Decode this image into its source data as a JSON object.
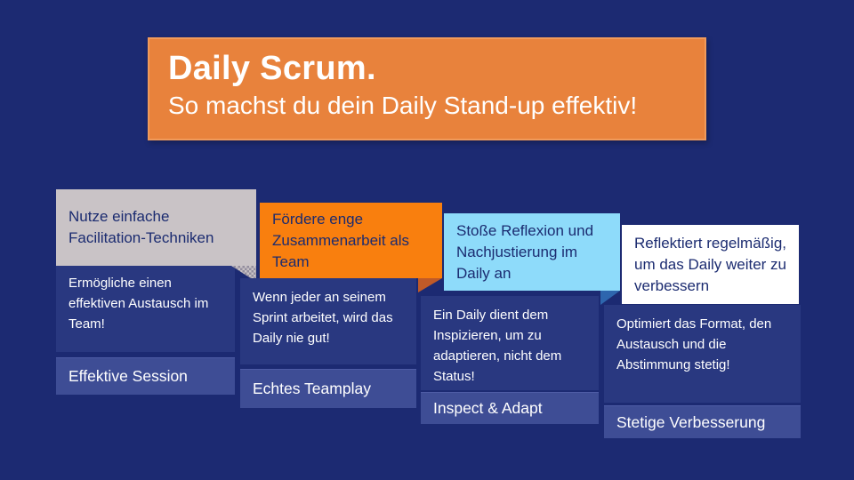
{
  "title_banner": {
    "title": "Daily Scrum.",
    "subtitle": "So machst du dein Daily Stand-up effektiv!"
  },
  "columns": [
    {
      "header": "Nutze einfache Facilitation-Techniken",
      "body": "Ermögliche einen effektiven Austausch im Team!",
      "label": "Effektive Session",
      "header_bg": "#C9C3C6",
      "header_text_color": "#1B2B70",
      "fold_color": "#938E9E"
    },
    {
      "header": "Fördere enge Zusammenarbeit als Team",
      "body": "Wenn jeder an seinem Sprint arbeitet, wird das Daily nie gut!",
      "label": "Echtes Teamplay",
      "header_bg": "#F97F0E",
      "header_text_color": "#1B2B70",
      "fold_color": "#C05A28"
    },
    {
      "header": "Stoße Reflexion und Nachjustierung im Daily an",
      "body": "Ein Daily dient dem Inspizieren, um zu adaptieren, nicht dem Status!",
      "label": "Inspect & Adapt",
      "header_bg": "#8EDBFA",
      "header_text_color": "#1B2B70",
      "fold_color": "#2E66AE"
    },
    {
      "header": "Reflektiert regelmäßig, um das Daily weiter zu verbessern",
      "body": "Optimiert das Format, den Austausch und die Abstimmung stetig!",
      "label": "Stetige Verbesserung",
      "header_bg": "#FFFFFF",
      "header_text_color": "#1B2B70",
      "fold_color": null
    }
  ],
  "colors": {
    "slide_background": "#1C2A72",
    "banner_bg": "#E8823C",
    "banner_border": "#F09A5B",
    "banner_text": "#FFFFFF",
    "body_card_bg": "#293880",
    "label_card_bg": "#3E4D95",
    "body_text": "#FFFFFF"
  }
}
